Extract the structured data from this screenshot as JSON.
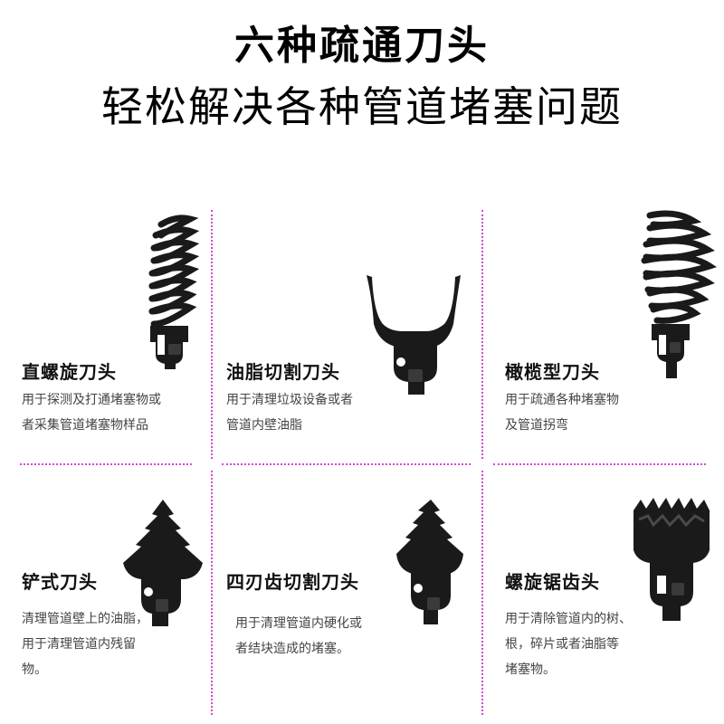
{
  "header": {
    "title": "六种疏通刀头",
    "subtitle": "轻松解决各种管道堵塞问题"
  },
  "colors": {
    "divider": "#d24bd2",
    "tool": "#1a1a1a"
  },
  "heads": [
    {
      "name": "直螺旋刀头",
      "icon": "straight-spiral-head-icon",
      "desc": [
        "用于探测及打通堵塞物或",
        "者采集管道堵塞物样品"
      ]
    },
    {
      "name": "油脂切割刀头",
      "icon": "grease-cutter-head-icon",
      "desc": [
        "用于清理垃圾设备或者",
        "管道内壁油脂"
      ]
    },
    {
      "name": "橄榄型刀头",
      "icon": "olive-spiral-head-icon",
      "desc": [
        "用于疏通各种堵塞物",
        "及管道拐弯"
      ]
    },
    {
      "name": "铲式刀头",
      "icon": "spade-head-icon",
      "desc": [
        "清理管道壁上的油脂，",
        "用于清理管道内残留",
        "物。"
      ]
    },
    {
      "name": "四刃齿切割刀头",
      "icon": "four-blade-cutter-head-icon",
      "desc": [
        "用于清理管道内硬化或",
        "者结块造成的堵塞。"
      ]
    },
    {
      "name": "螺旋锯齿头",
      "icon": "spiral-saw-head-icon",
      "desc": [
        "用于清除管道内的树、",
        "根，碎片或者油脂等",
        "堵塞物。"
      ]
    }
  ]
}
